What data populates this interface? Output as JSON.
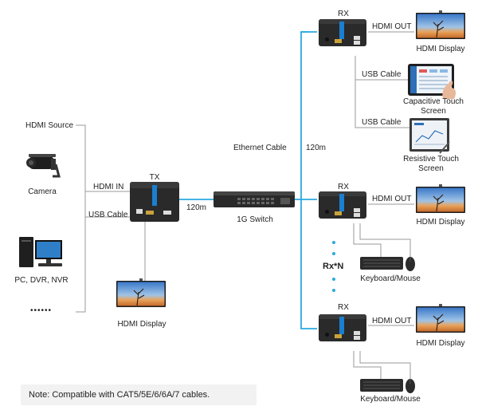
{
  "labels": {
    "hdmi_source": "HDMI Source",
    "camera": "Camera",
    "pc": "PC, DVR, NVR",
    "more": "••••••",
    "hdmi_in": "HDMI  IN",
    "usb_cable_tx": "USB Cable",
    "tx": "TX",
    "tx_display": "HDMI  Display",
    "cable_120_left": "120m",
    "ethernet_cable": "Ethernet Cable",
    "cable_120_right": "120m",
    "switch": "1G Switch",
    "rx1": "RX",
    "rx1_hdmi_out": "HDMI  OUT",
    "rx1_display": "HDMI  Display",
    "usb_cable_1": "USB Cable",
    "capacitive_line1": "Capacitive Touch",
    "capacitive_line2": "Screen",
    "usb_cable_2": "USB Cable",
    "resistive_line1": "Resistive Touch",
    "resistive_line2": "Screen",
    "rx2": "RX",
    "rx2_hdmi_out": "HDMI  OUT",
    "rx2_display": "HDMI  Display",
    "rxn": "Rx*N",
    "kbm1": "Keyboard/Mouse",
    "rx3": "RX",
    "rx3_hdmi_out": "HDMI  OUT",
    "rx3_display": "HDMI  Display",
    "kbm2": "Keyboard/Mouse"
  },
  "note": "Note: Compatible with CAT5/5E/6/6A/7 cables.",
  "colors": {
    "ethernet": "#2aa9e0",
    "wire": "#9a9a9a",
    "device": "#2a2a2a",
    "accent": "#1a7fd1"
  },
  "icons": [
    "camera-icon",
    "pc-icon",
    "tv-icon",
    "switch-icon",
    "extender-icon",
    "touch-screen-icon",
    "keyboard-icon",
    "mouse-icon"
  ]
}
